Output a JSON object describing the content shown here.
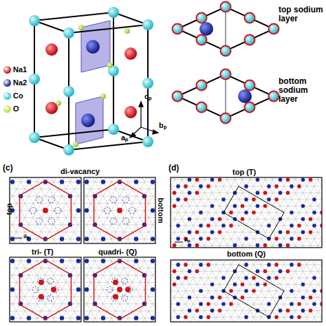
{
  "diagram": {
    "labels": [
      "cₚ",
      "aₚ",
      "bₚ",
      "top sodium layer",
      "bottom sodium layer",
      "(c)",
      "di-vacancy",
      "top",
      "bottom",
      "aₚ",
      "tri- (T)",
      "quadri- (Q)",
      "(d)",
      "top (T)",
      "bottom (Q)",
      "aₚ"
    ],
    "legend": [
      {
        "text": "Na1",
        "color": "#d0141a"
      },
      {
        "text": "Na2",
        "color": "#1a2a9a"
      },
      {
        "text": "Co",
        "color": "#35c9d6"
      },
      {
        "text": "O",
        "color": "#b6e23a"
      }
    ]
  }
}
